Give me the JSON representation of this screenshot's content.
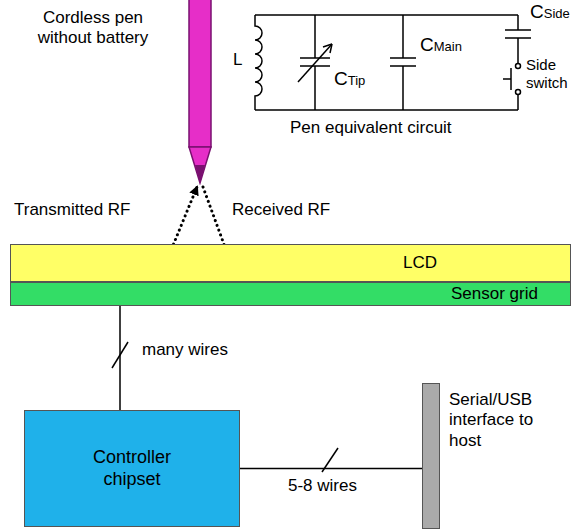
{
  "diagram": {
    "nodes": [
      {
        "text": [
          "Cordless pen without battery"
        ]
      },
      {
        "text": [
          "LCD"
        ]
      },
      {
        "text": [
          "Sensor grid"
        ]
      },
      {
        "text": [
          "Controller chipset"
        ]
      },
      {
        "text": [
          "Serial/USB interface to host"
        ]
      }
    ],
    "edges": [
      {
        "from": 2,
        "to": 0,
        "label": "Transmitted RF",
        "arrow": "to"
      },
      {
        "from": 0,
        "to": 2,
        "label": "Received RF",
        "arrow": "to"
      },
      {
        "from": 2,
        "to": 3,
        "label": "many wires",
        "arrow": "none"
      },
      {
        "from": 3,
        "to": 4,
        "label": "5-8 wires",
        "arrow": "none"
      }
    ],
    "labels": [
      "L",
      "CTip",
      "CMain",
      "CSide",
      "Side switch",
      "Pen equivalent circuit"
    ]
  }
}
